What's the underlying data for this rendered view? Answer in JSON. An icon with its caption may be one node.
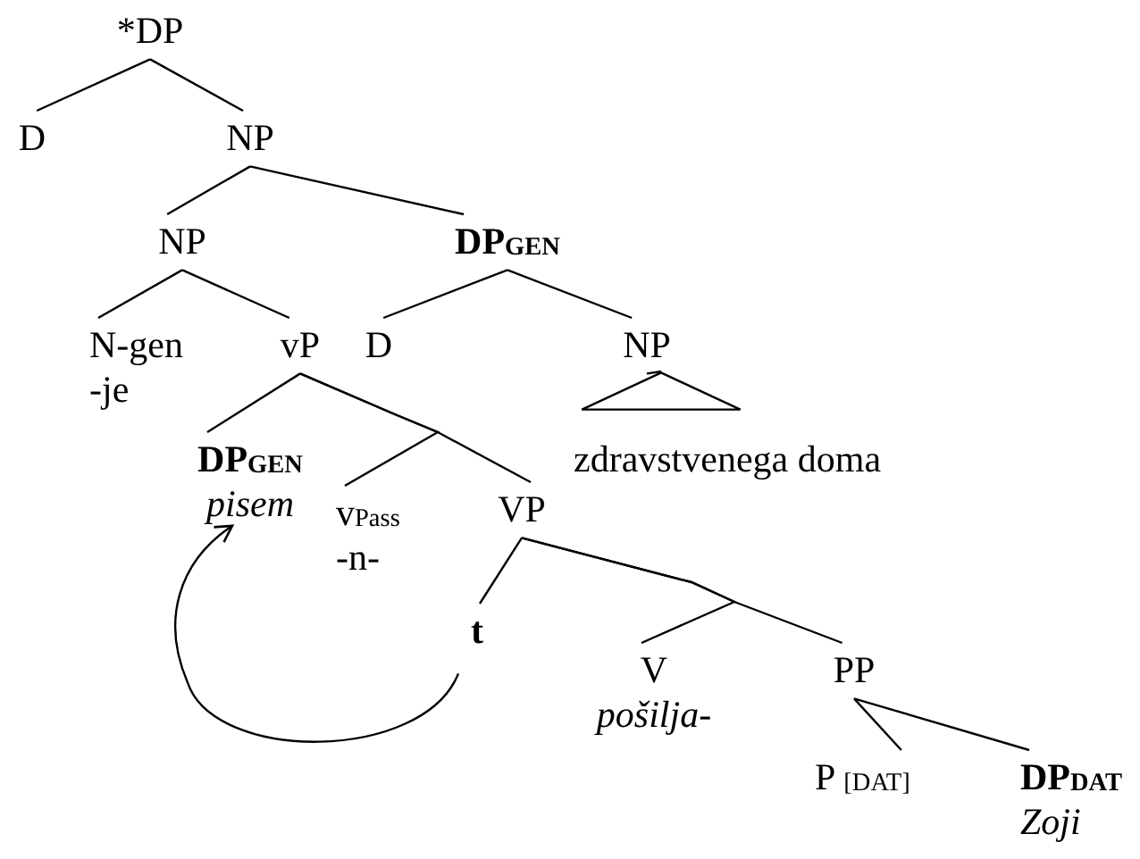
{
  "diagram": {
    "nodes": [
      {
        "text": [
          "*DP"
        ]
      },
      {
        "text": [
          "D"
        ]
      },
      {
        "text": [
          "NP"
        ]
      },
      {
        "text": [
          "NP"
        ]
      },
      {
        "text": [
          "DP$_{GEN}$"
        ]
      },
      {
        "text": [
          "N-gen",
          "-je"
        ]
      },
      {
        "text": [
          "vP"
        ]
      },
      {
        "text": [
          "D"
        ]
      },
      {
        "text": [
          "NP"
        ]
      },
      {
        "text": [],
        "shape": "triangle"
      },
      {
        "text": [
          "DP$_{GEN}$",
          "pisem"
        ]
      },
      {
        "text": [
          "zdravstvenega doma"
        ]
      },
      {
        "text": [
          "v$_{Pass}$",
          "-n-"
        ]
      },
      {
        "text": [
          "VP"
        ]
      },
      {
        "text": [
          "t"
        ]
      },
      {
        "text": [
          "V",
          "pošilja-"
        ]
      },
      {
        "text": [
          "PP"
        ]
      },
      {
        "text": [
          "P $_{[DAT]}$"
        ]
      },
      {
        "text": [
          "DP$_{DAT}$",
          "Zoji"
        ]
      }
    ],
    "edges": [
      {
        "from": 0,
        "to": 1,
        "arrow": "none"
      },
      {
        "from": 0,
        "to": 2,
        "arrow": "none"
      },
      {
        "from": 2,
        "to": 3,
        "arrow": "none"
      },
      {
        "from": 2,
        "to": 4,
        "arrow": "none"
      },
      {
        "from": 3,
        "to": 5,
        "arrow": "none"
      },
      {
        "from": 3,
        "to": 6,
        "arrow": "none"
      },
      {
        "from": 4,
        "to": 7,
        "arrow": "none"
      },
      {
        "from": 4,
        "to": 8,
        "arrow": "none"
      },
      {
        "from": 8,
        "to": 9,
        "arrow": "none"
      },
      {
        "from": 6,
        "to": 10,
        "arrow": "none"
      },
      {
        "from": 6,
        "to": 12,
        "arrow": "none"
      },
      {
        "from": 6,
        "to": 13,
        "arrow": "none"
      },
      {
        "from": 13,
        "to": 14,
        "arrow": "none"
      },
      {
        "from": 13,
        "to": 15,
        "arrow": "none"
      },
      {
        "from": 13,
        "to": 16,
        "arrow": "none"
      },
      {
        "from": 16,
        "to": 17,
        "arrow": "none"
      },
      {
        "from": 16,
        "to": 18,
        "arrow": "none"
      },
      {
        "from": 14,
        "to": 10,
        "arrow": "to"
      }
    ]
  }
}
